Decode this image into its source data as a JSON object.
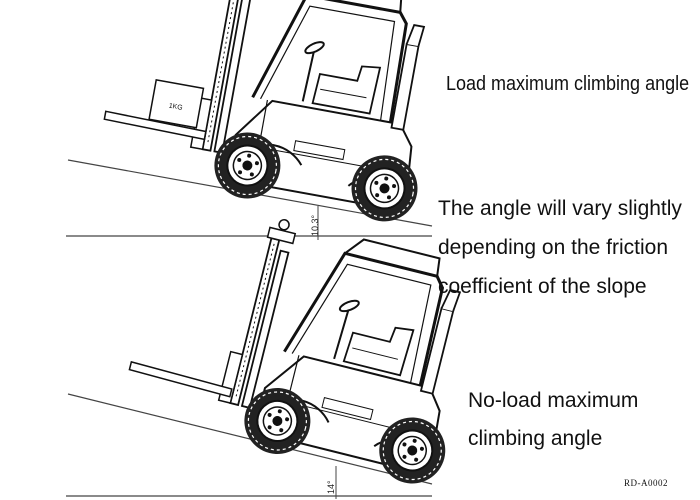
{
  "diagram": {
    "loaded": {
      "label": "Load maximum climbing angle",
      "angle": "10.3°",
      "box_label": "1KG"
    },
    "note": {
      "line1": "The angle will vary slightly",
      "line2": "depending on the friction",
      "line3": "coefficient of the slope"
    },
    "unloaded": {
      "label_line1": "No-load maximum",
      "label_line2": "climbing angle",
      "angle": "14°"
    },
    "reference_code": "RD-A0002"
  }
}
